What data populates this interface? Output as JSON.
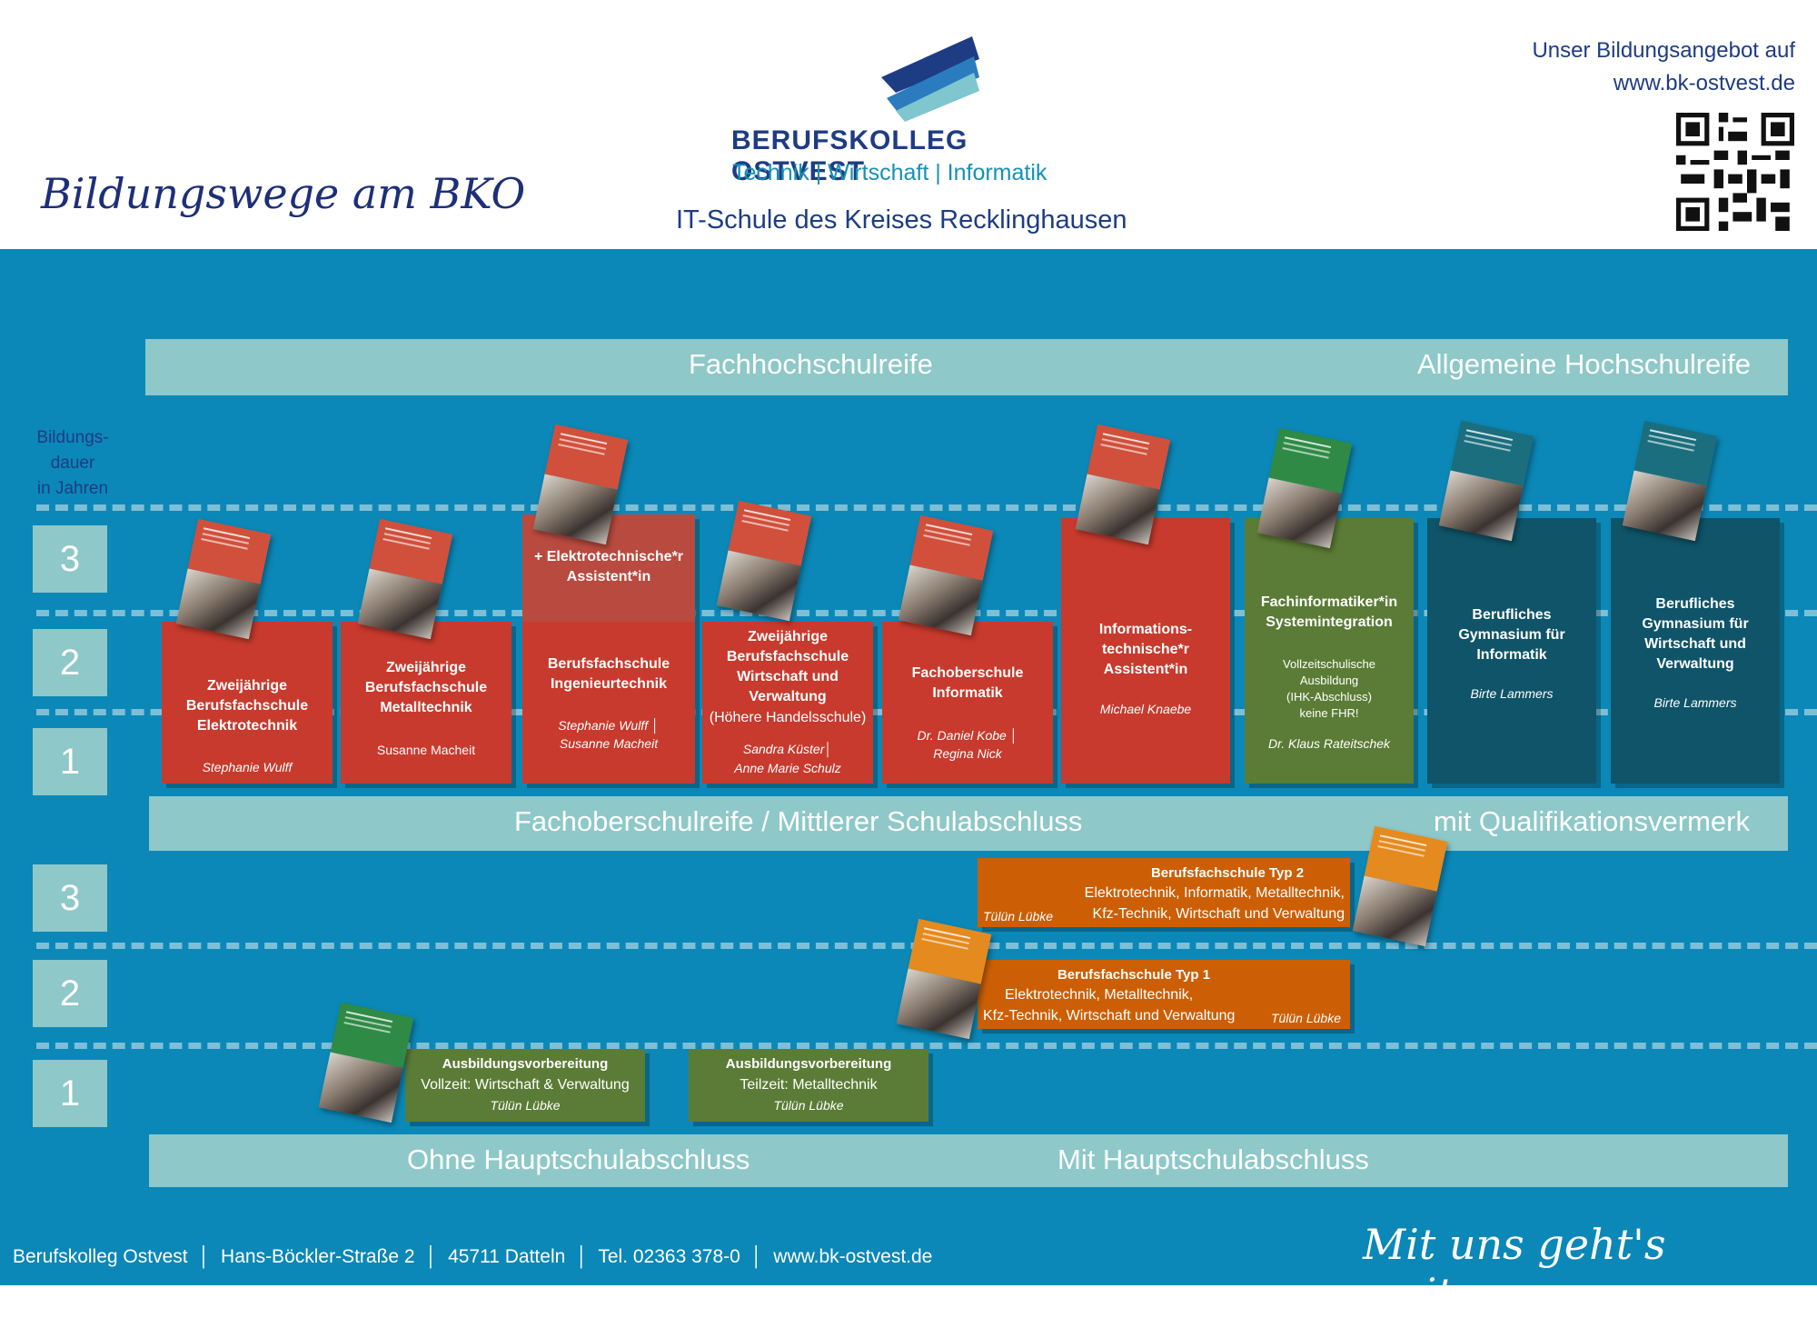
{
  "header": {
    "title": "Bildungswege am BKO",
    "logo_name": "BERUFSKOLLEG OSTVEST",
    "logo_sub": "Technik | Wirtschaft | Informatik",
    "subtitle": "IT-Schule des Kreises Recklinghausen",
    "offer_line1": "Unser Bildungsangebot auf",
    "offer_line2": "www.bk-ostvest.de"
  },
  "bands": {
    "top_left": "Fachhochschulreife",
    "top_right": "Allgemeine Hochschulreife",
    "mid_left": "Fachoberschulreife / Mittlerer Schulabschluss",
    "mid_right": "mit Qualifikationsvermerk",
    "bottom_left": "Ohne Hauptschulabschluss",
    "bottom_right": "Mit Hauptschulabschluss"
  },
  "dauer": {
    "line1": "Bildungs-",
    "line2": "dauer",
    "line3": "in Jahren"
  },
  "years": {
    "upper": [
      "3",
      "2",
      "1"
    ],
    "lower": [
      "3",
      "2",
      "1"
    ]
  },
  "cards": {
    "c1": {
      "title": "Zweijährige Berufsfachschule Elektrotechnik",
      "person": "Stephanie Wulff"
    },
    "c2": {
      "title": "Zweijährige Berufsfachschule Metalltechnik",
      "person": "Susanne Macheit"
    },
    "c3": {
      "extra": "+ Elektrotechnische*r Assistent*in",
      "title": "Berufsfachschule Ingenieurtechnik",
      "person1": "Stephanie Wulff │",
      "person2": "Susanne Macheit"
    },
    "c4": {
      "title": "Zweijährige Berufsfachschule Wirtschaft und Verwaltung",
      "note": "(Höhere Handelsschule)",
      "person1": "Sandra Küster│",
      "person2": "Anne Marie Schulz"
    },
    "c5": {
      "title": "Fachoberschule Informatik",
      "person1": "Dr. Daniel Kobe │",
      "person2": "Regina Nick"
    },
    "c6": {
      "title": "Informations-technische*r Assistent*in",
      "person": "Michael Knaebe"
    },
    "c7": {
      "title": "Fachinformatiker*in Systemintegration",
      "note1": "Vollzeitschulische",
      "note2": "Ausbildung",
      "note3": "(IHK-Abschluss)",
      "note4": "keine FHR!",
      "person": "Dr. Klaus Rateitschek"
    },
    "c8": {
      "title": "Berufliches Gymnasium für Informatik",
      "person": "Birte Lammers"
    },
    "c9": {
      "title": "Berufliches Gymnasium für Wirtschaft und Verwaltung",
      "person": "Birte Lammers"
    }
  },
  "lower_cards": {
    "typ2": {
      "title": "Berufsfachschule Typ 2",
      "line1": "Elektrotechnik, Informatik, Metalltechnik,",
      "line2": "Kfz-Technik, Wirtschaft und Verwaltung",
      "person": "Tülün Lübke"
    },
    "typ1": {
      "title": "Berufsfachschule Typ 1",
      "line1": "Elektrotechnik, Metalltechnik,",
      "line2": "Kfz-Technik, Wirtschaft und Verwaltung",
      "person": "Tülün Lübke"
    },
    "av1": {
      "title": "Ausbildungsvorbereitung",
      "line1": "Vollzeit: Wirtschaft & Verwaltung",
      "person": "Tülün Lübke"
    },
    "av2": {
      "title": "Ausbildungsvorbereitung",
      "line1": "Teilzeit: Metalltechnik",
      "person": "Tülün Lübke"
    }
  },
  "footer": {
    "text": "Berufskolleg Ostvest  │  Hans-Böckler-Straße 2  │  45711 Datteln  │  Tel. 02363 378-0  │  www.bk-ostvest.de",
    "slogan": "Mit uns geht's weiter..."
  },
  "colors": {
    "background_blue": "#0b88b7",
    "band_teal": "#8ec8c8",
    "card_red": "#c83a2d",
    "card_green": "#5b7c36",
    "card_darkteal": "#0f5468",
    "card_orange": "#cc5f05",
    "navy_text": "#1d3c84"
  },
  "icons": [
    "logo-chevrons-icon",
    "qr-code-icon",
    "flyer-icon"
  ]
}
